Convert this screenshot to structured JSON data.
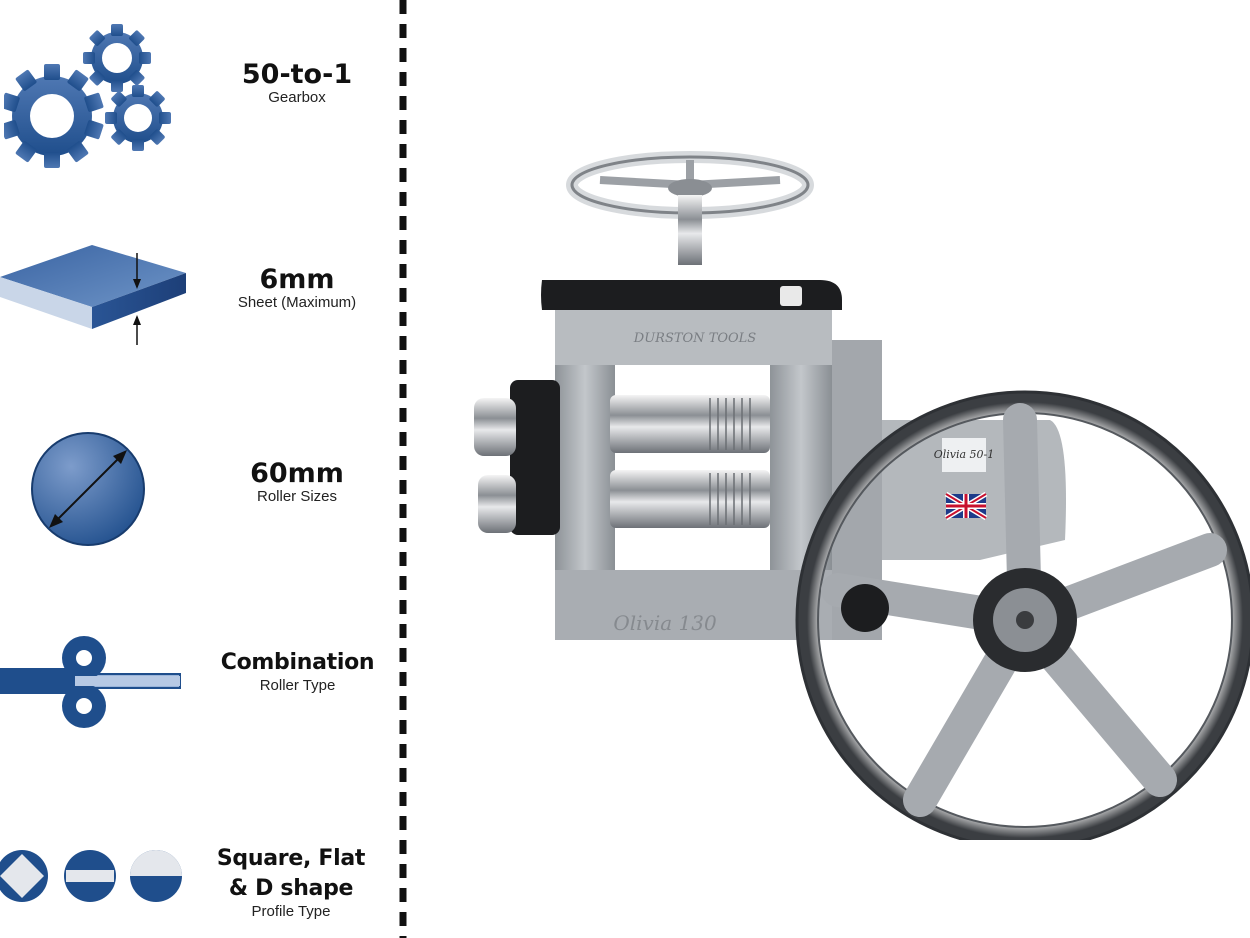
{
  "features": [
    {
      "value": "50-to-1",
      "caption": "Gearbox",
      "icon": "gears-icon"
    },
    {
      "value": "6mm",
      "caption": "Sheet (Maximum)",
      "icon": "sheet-thickness-icon"
    },
    {
      "value": "60mm",
      "caption": "Roller Sizes",
      "icon": "roller-diameter-icon"
    },
    {
      "value": "Combination",
      "caption": "Roller Type",
      "icon": "combination-roller-icon"
    },
    {
      "value_line1": "Square, Flat",
      "value_line2": "& D shape",
      "caption": "Profile Type",
      "icon": "profile-shapes-icon"
    }
  ],
  "product": {
    "frame_plate": "DURSTON TOOLS",
    "base_text": "Olivia 130",
    "side_plate": "Olivia 50-1",
    "flag": "union-flag-icon"
  },
  "colors": {
    "accent": "#1f4e8c",
    "accent_light": "#4f78b3",
    "text": "#111111"
  }
}
